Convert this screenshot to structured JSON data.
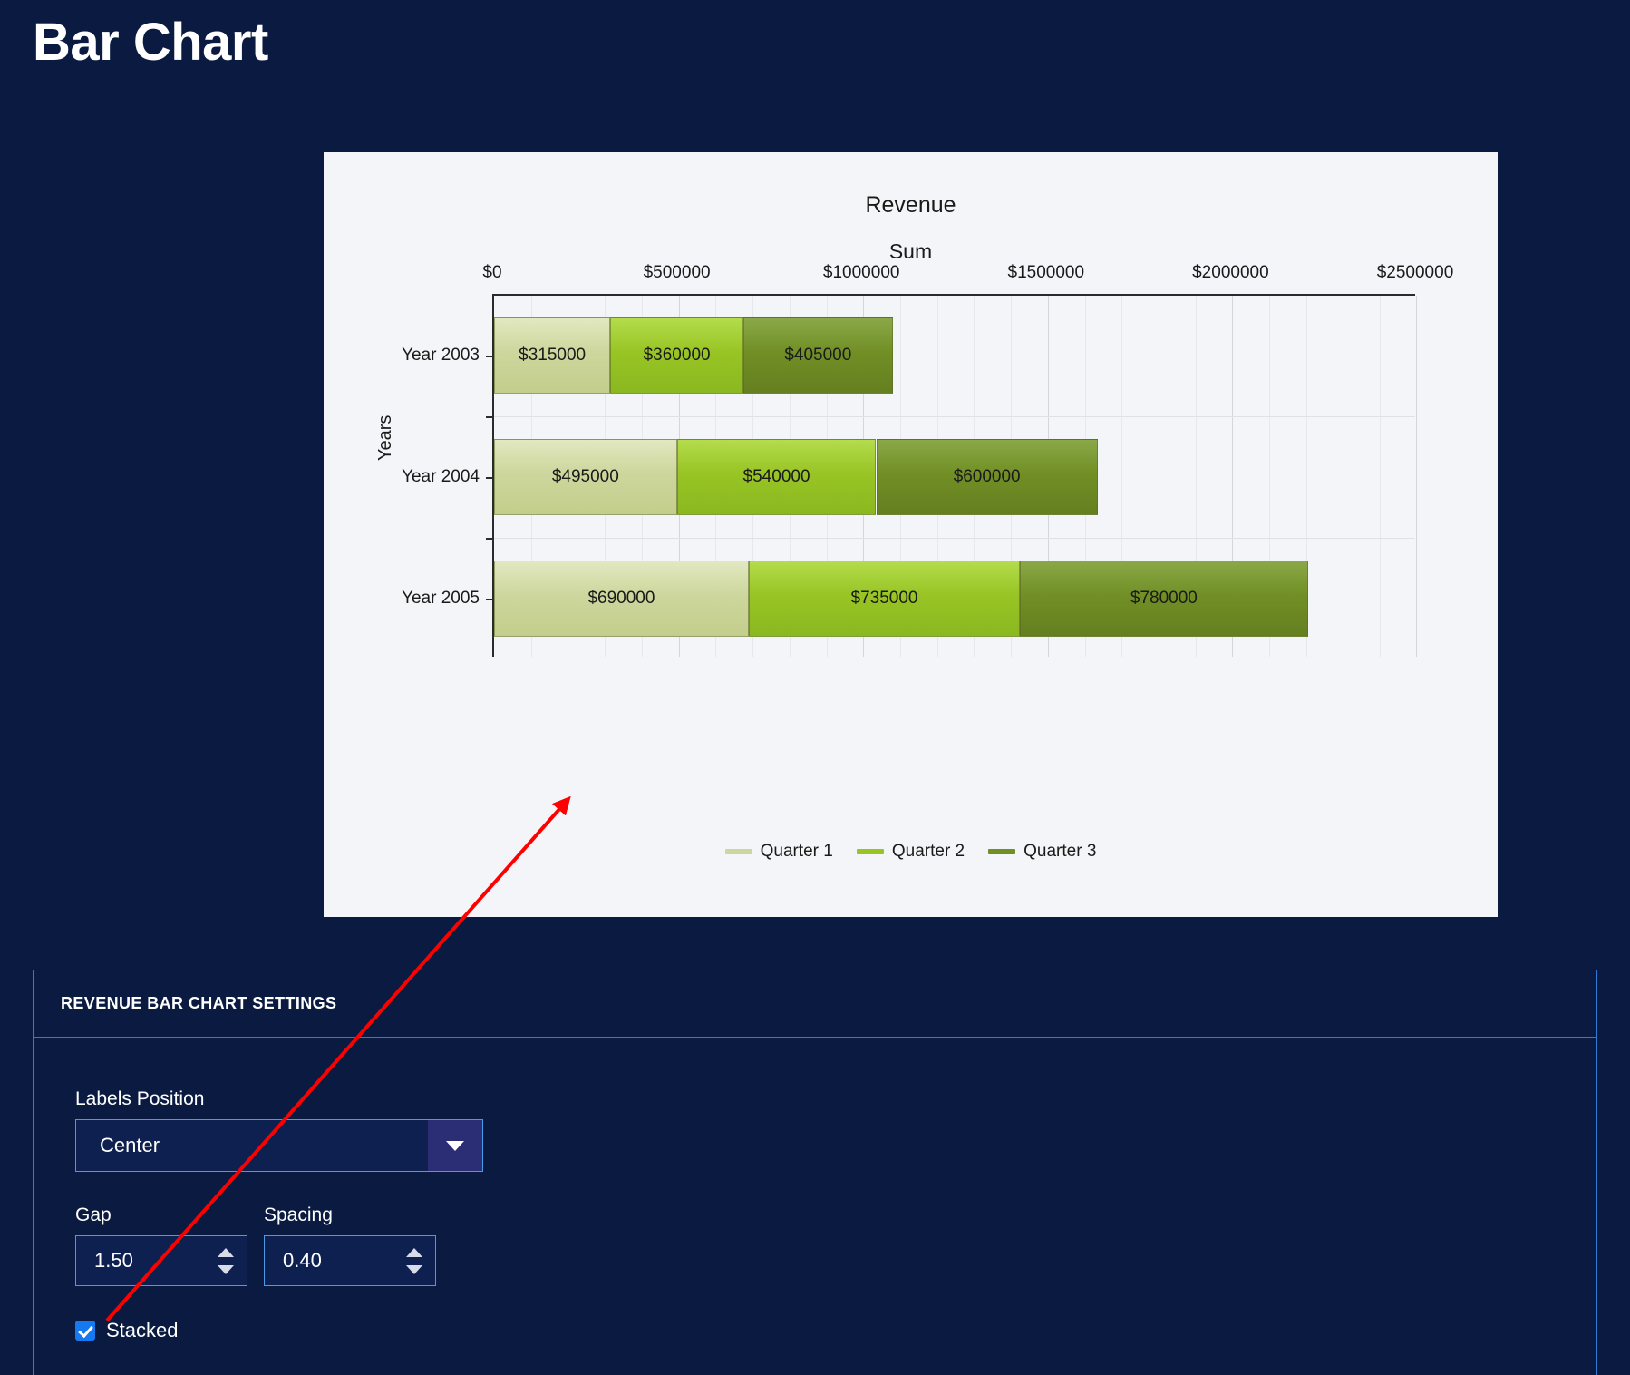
{
  "page": {
    "title": "Bar Chart",
    "background_color": "#0a1a40"
  },
  "chart_panel": {
    "background_color": "#f4f5f8"
  },
  "chart_data": {
    "type": "bar",
    "orientation": "horizontal",
    "stacked": true,
    "title": "Revenue",
    "subtitle": "Sum",
    "xlabel": "Sum",
    "ylabel": "Years",
    "categories": [
      "Year 2003",
      "Year 2004",
      "Year 2005"
    ],
    "xlim": [
      0,
      2500000
    ],
    "xticks": [
      0,
      500000,
      1000000,
      1500000,
      2000000,
      2500000
    ],
    "xticklabels": [
      "$0",
      "$500000",
      "$1000000",
      "$1500000",
      "$2000000",
      "$2500000"
    ],
    "grid": true,
    "legend_position": "bottom",
    "series": [
      {
        "name": "Quarter 1",
        "color": "#cdd69c",
        "values": [
          315000,
          495000,
          690000
        ],
        "labels": [
          "$315000",
          "$495000",
          "$690000"
        ]
      },
      {
        "name": "Quarter 2",
        "color": "#98c424",
        "values": [
          360000,
          540000,
          735000
        ],
        "labels": [
          "$360000",
          "$540000",
          "$735000"
        ]
      },
      {
        "name": "Quarter 3",
        "color": "#718f25",
        "values": [
          405000,
          600000,
          780000
        ],
        "labels": [
          "$405000",
          "$600000",
          "$780000"
        ]
      }
    ],
    "totals": [
      1080000,
      1635000,
      2205000
    ]
  },
  "settings": {
    "header": "REVENUE BAR CHART SETTINGS",
    "labels_position": {
      "label": "Labels Position",
      "value": "Center"
    },
    "gap": {
      "label": "Gap",
      "value": "1.50"
    },
    "spacing": {
      "label": "Spacing",
      "value": "0.40"
    },
    "stacked": {
      "label": "Stacked",
      "checked": true
    },
    "accent_color": "#2f7ad4"
  },
  "annotation": {
    "type": "arrow",
    "color": "#ff0000"
  }
}
